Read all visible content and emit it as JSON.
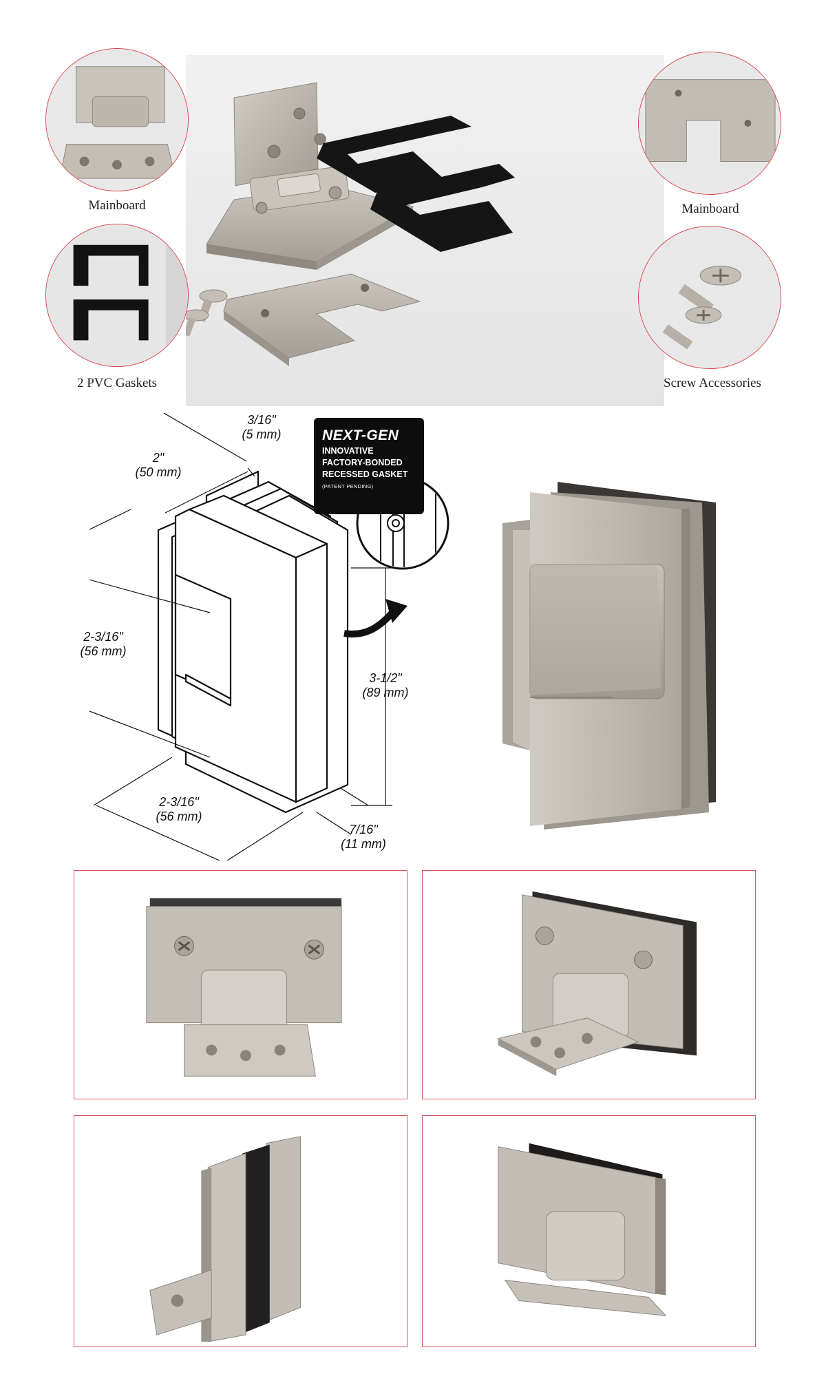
{
  "components": {
    "captions": {
      "mainboard_left": "Mainboard",
      "mainboard_right": "Mainboard",
      "gaskets": "2 PVC Gaskets",
      "screws": "Screw Accessories"
    }
  },
  "diagram": {
    "badge": {
      "title": "NEXT-GEN",
      "line1": "INNOVATIVE",
      "line2": "FACTORY-BONDED",
      "line3": "RECESSED GASKET",
      "note": "(PATENT PENDING)"
    },
    "dimensions": {
      "thickness_in": "3/16\"",
      "thickness_mm": "(5 mm)",
      "depth_in": "2\"",
      "depth_mm": "(50 mm)",
      "leaf_height_in": "2-3/16\"",
      "leaf_height_mm": "(56 mm)",
      "total_height_in": "3-1/2\"",
      "total_height_mm": "(89 mm)",
      "width_in": "2-3/16\"",
      "width_mm": "(56 mm)",
      "gap_in": "7/16\"",
      "gap_mm": "(11 mm)"
    }
  },
  "colors": {
    "accent_border": "#d9464a",
    "brushed_nickel": "#bdb7ad",
    "gasket_black": "#111111"
  }
}
